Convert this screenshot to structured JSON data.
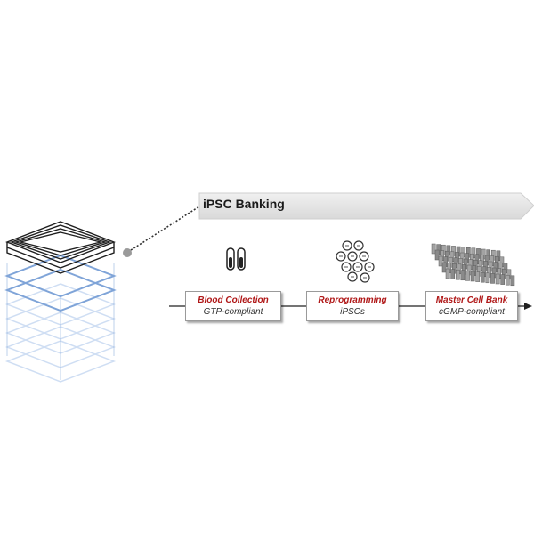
{
  "banner": {
    "title": "iPSC Banking"
  },
  "steps": [
    {
      "title": "Blood Collection",
      "subtitle": "GTP-compliant",
      "icon": "blood-tubes-icon"
    },
    {
      "title": "Reprogramming",
      "subtitle": "iPSCs",
      "icon": "cells-cluster-icon"
    },
    {
      "title": "Master Cell Bank",
      "subtitle": "cGMP-compliant",
      "icon": "vial-rack-icon"
    }
  ],
  "colors": {
    "step_title": "#b01818",
    "banner_fill": "#e6e6e6",
    "plate_stack": "#9dbde6",
    "plate_top": "#222222"
  }
}
